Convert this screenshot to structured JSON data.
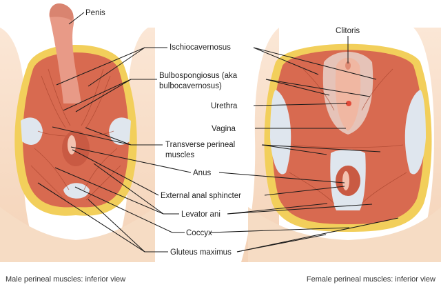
{
  "labels": {
    "penis": "Penis",
    "clitoris": "Clitoris",
    "ischiocavernosus": "Ischiocavernosus",
    "bulbospongiosus_1": "Bulbospongiosus (aka",
    "bulbospongiosus_2": "bulbocavernosus)",
    "urethra": "Urethra",
    "vagina": "Vagina",
    "transverse_1": "Transverse perineal",
    "transverse_2": "muscles",
    "anus": "Anus",
    "external_anal_sphincter": "External anal sphincter",
    "levator_ani": "Levator ani",
    "coccyx": "Coccyx",
    "gluteus_maximus": "Gluteus maximus"
  },
  "captions": {
    "male": "Male perineal muscles: inferior view",
    "female": "Female perineal muscles: inferior view"
  },
  "colors": {
    "skin": "#f6dcc4",
    "fat": "#f2cf5b",
    "muscle": "#d86a50",
    "muscle_dark": "#b64c35",
    "pale": "#f0b7a2",
    "fascia": "#dfe6ee"
  }
}
